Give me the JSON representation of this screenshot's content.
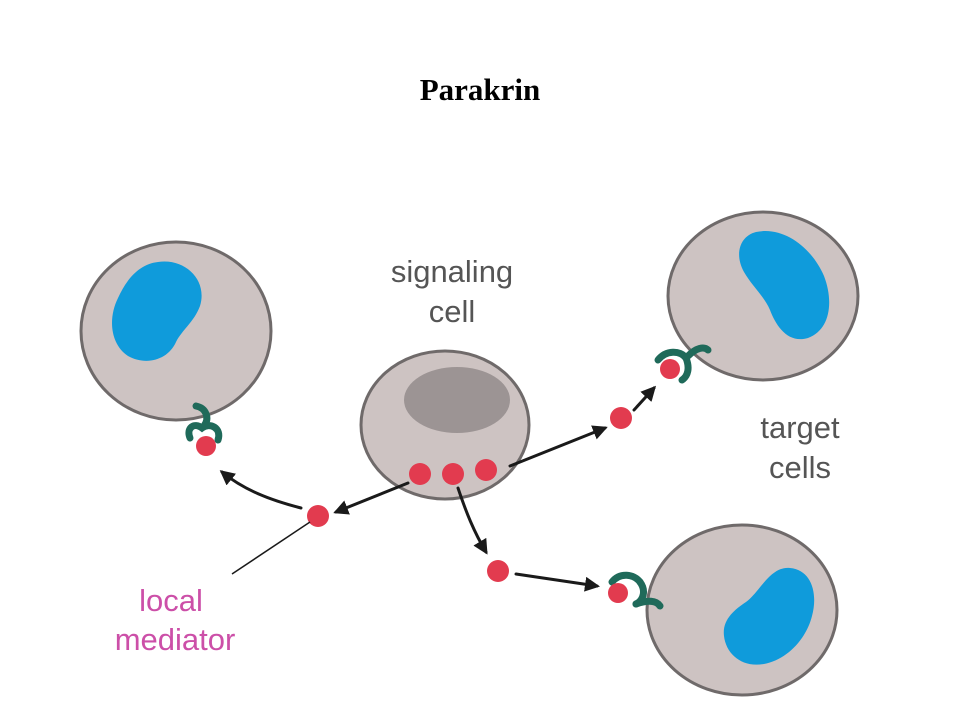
{
  "title": "Parakrin",
  "labels": {
    "signaling_cell": [
      "signaling",
      "cell"
    ],
    "target_cells": [
      "target",
      "cells"
    ],
    "local_mediator": [
      "local",
      "mediator"
    ]
  },
  "colors": {
    "cell_body": "#cdc3c2",
    "cell_outline": "#6f6a6a",
    "nucleus_target": "#0f9bdb",
    "nucleus_signaling": "#9c9494",
    "mediator": "#e23b4f",
    "receptor": "#1f6a5a",
    "arrow": "#1a1a1a",
    "label_dark": "#555555",
    "label_pink": "#cc4fa8"
  },
  "icons": [
    "signaling-cell-icon",
    "target-cell-icon",
    "receptor-icon",
    "mediator-molecule-icon",
    "arrow-icon"
  ]
}
